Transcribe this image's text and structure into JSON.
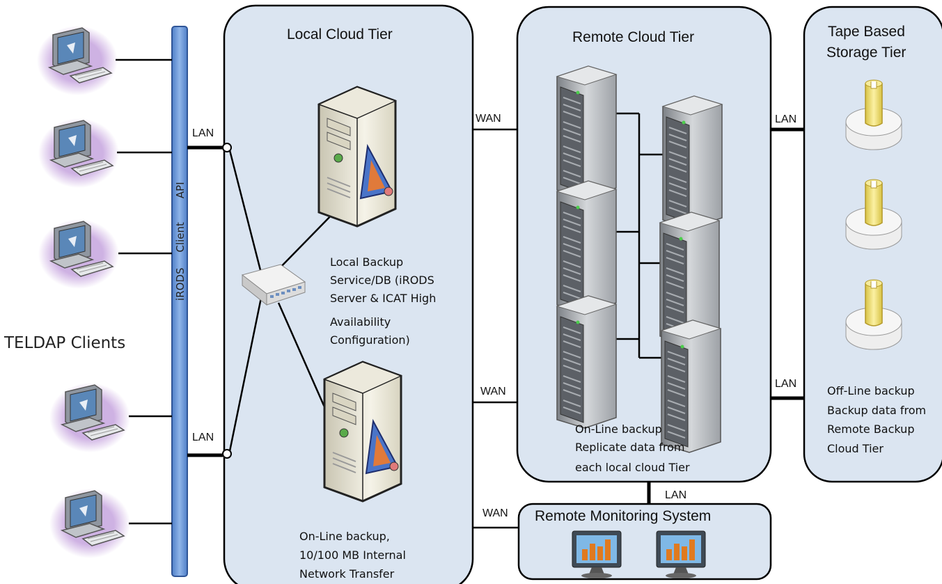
{
  "tiers": {
    "local_title": "Local Cloud Tier",
    "remote_title": "Remote Cloud Tier",
    "tape_title_line1": "Tape Based",
    "tape_title_line2": "Storage Tier",
    "monitoring_title": "Remote Monitoring System"
  },
  "clients": {
    "label": "TELDAP Clients",
    "api_bus": [
      "iRODS",
      "Client",
      "API"
    ]
  },
  "network_labels": {
    "lan_top": "LAN",
    "lan_bottom": "LAN",
    "wan_top": "WAN",
    "wan_middle": "WAN",
    "wan_bottom": "WAN",
    "lan_tape_top": "LAN",
    "lan_tape_bottom": "LAN",
    "lan_monitor": "LAN"
  },
  "descriptions": {
    "local_backup": [
      "Local Backup",
      "Service/DB (iRODS",
      "Server & ICAT High",
      "Availability",
      "Configuration)"
    ],
    "local_online": [
      "On-Line backup,",
      "10/100 MB Internal",
      "Network  Transfer"
    ],
    "remote_online": [
      "On-Line backup",
      "Replicate data from",
      "each local cloud Tier"
    ],
    "tape_offline": [
      "Off-Line backup",
      "Backup data from",
      "Remote Backup",
      "Cloud Tier"
    ]
  },
  "icons": {
    "client": "desktop-computer-icon",
    "switch": "network-switch-icon",
    "server": "tower-server-icon",
    "rack": "rack-server-icon",
    "tape": "tape-storage-icon",
    "monitor": "monitoring-screen-icon"
  },
  "colors": {
    "panel_fill": "#dbe5f1",
    "api_bus": "#6f9ad6",
    "client_glow": "#c9a9e0",
    "tape_yellow": "#f2e27a"
  }
}
